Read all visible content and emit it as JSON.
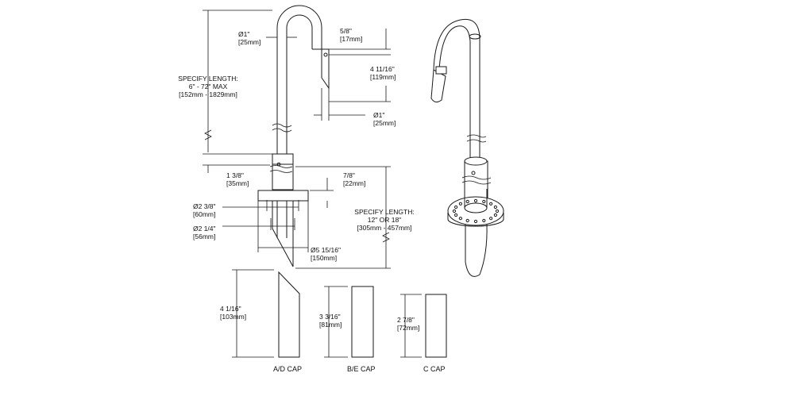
{
  "dims": {
    "gooseneck_dia": [
      "Ø1\"",
      "[25mm]"
    ],
    "tip_offset": [
      "5/8\"",
      "[17mm]"
    ],
    "tip_length": [
      "4 11/16\"",
      "[119mm]"
    ],
    "tip_dia": [
      "Ø1\"",
      "[25mm]"
    ],
    "riser_length": [
      "SPECIFY LENGTH:",
      "6\" - 72\" MAX",
      "[152mm - 1829mm]"
    ],
    "collar": [
      "1 3/8\"",
      "[35mm]"
    ],
    "flange_thk": [
      "7/8\"",
      "[22mm]"
    ],
    "flange_dia1": [
      "Ø2 3/8\"",
      "[60mm]"
    ],
    "flange_dia2": [
      "Ø2 1/4\"",
      "[56mm]"
    ],
    "flange_od": [
      "Ø5 15/16\"",
      "[150mm]"
    ],
    "body_length": [
      "SPECIFY LENGTH:",
      "12\" OR 18\"",
      "[305mm - 457mm]"
    ],
    "ad_cap": [
      "4 1/16\"",
      "[103mm]"
    ],
    "be_cap": [
      "3 3/16\"",
      "[81mm]"
    ],
    "c_cap": [
      "2 7/8\"",
      "[72mm]"
    ]
  },
  "caps": {
    "ad": "A/D CAP",
    "be": "B/E CAP",
    "c": "C CAP"
  }
}
